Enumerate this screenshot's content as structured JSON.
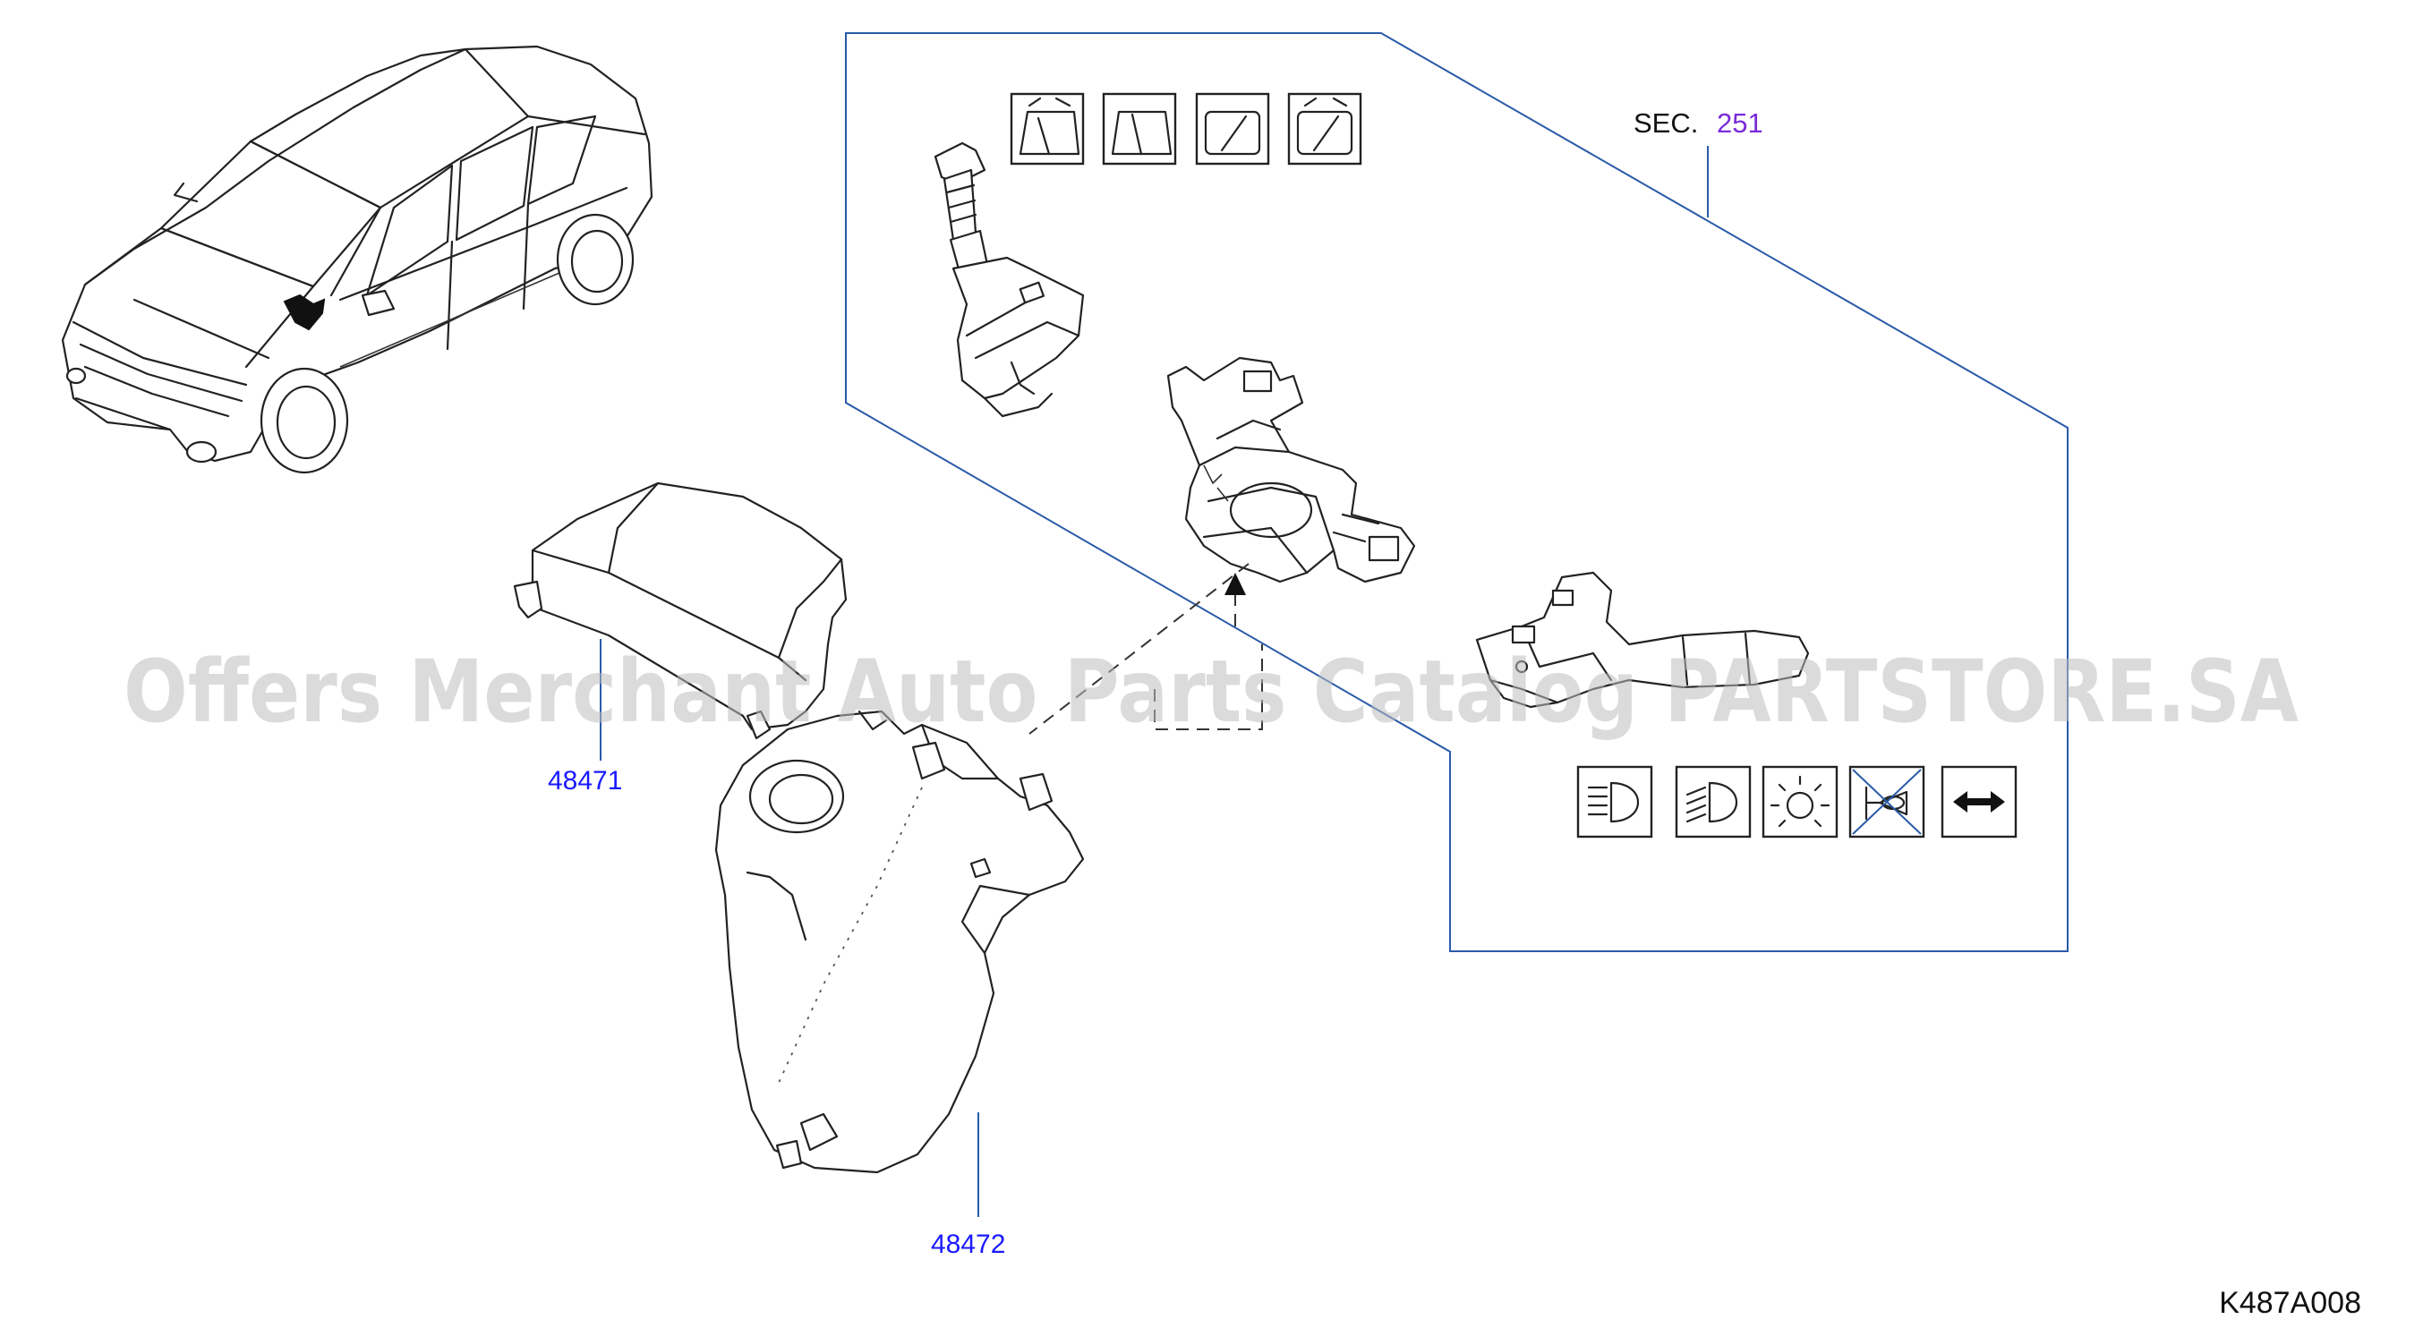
{
  "section_ref": {
    "prefix": "SEC.",
    "number": "251"
  },
  "parts": [
    {
      "number": "48471"
    },
    {
      "number": "48472"
    }
  ],
  "diagram_code": "K487A008",
  "watermark": "Offers Merchant Auto Parts Catalog PARTSTORE.SA",
  "wiper_icons": [
    "wiper-front-washer-icon",
    "wiper-front-icon",
    "wiper-rear-icon",
    "wiper-rear-washer-icon"
  ],
  "light_icons": [
    "high-beam-icon",
    "low-beam-icon",
    "interior-light-icon",
    "horn-crossed-icon",
    "double-arrow-icon"
  ],
  "colors": {
    "part_label": "#1a1aff",
    "section_link": "#7a2bd8",
    "leader_line": "#2a5aa8"
  }
}
